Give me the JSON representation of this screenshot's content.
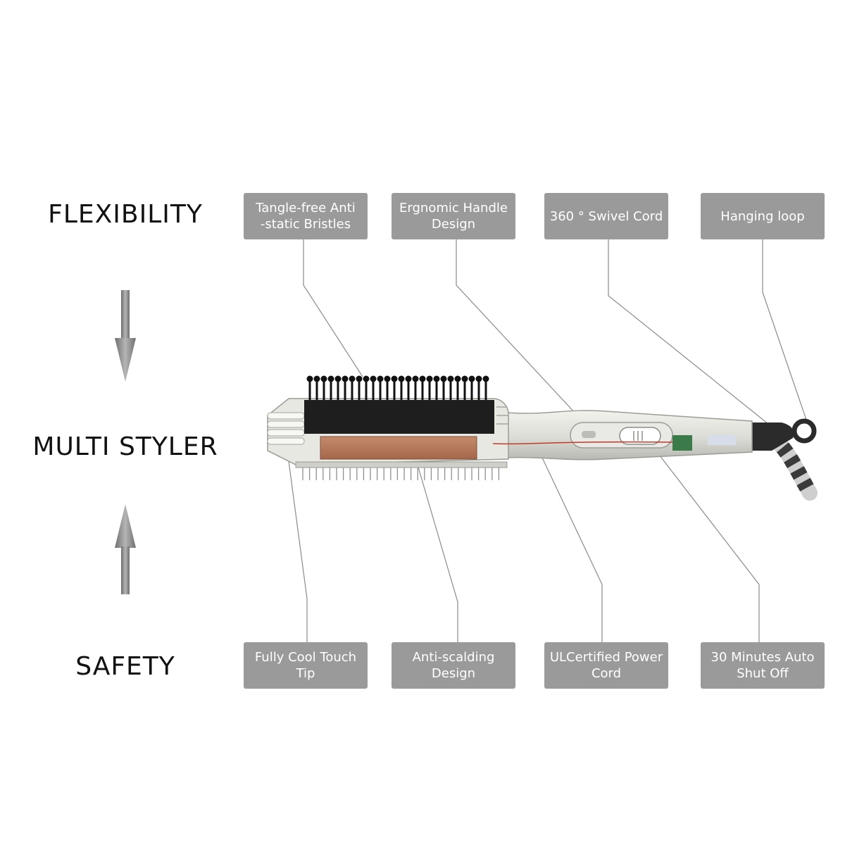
{
  "side_labels": {
    "flexibility": "FLEXIBILITY",
    "multi_styler": "MULTI STYLER",
    "safety": "SAFETY"
  },
  "features_top": [
    {
      "line1": "Tangle-free Anti",
      "line2": "-static Bristles"
    },
    {
      "line1": "Ergnomic Handle",
      "line2": "Design"
    },
    {
      "line1": "360 ° Swivel Cord",
      "line2": ""
    },
    {
      "line1": "Hanging loop",
      "line2": ""
    }
  ],
  "features_bottom": [
    {
      "line1": "Fully Cool Touch",
      "line2": "Tip"
    },
    {
      "line1": "Anti-scalding",
      "line2": "Design"
    },
    {
      "line1": "ULCertified Power",
      "line2": "Cord"
    },
    {
      "line1": "30 Minutes Auto",
      "line2": "Shut Off"
    }
  ],
  "colors": {
    "box": "#9a9a9a",
    "box_text": "#ffffff",
    "arrow": "#8c8c8c",
    "leader": "#8a8a8a",
    "heating_plate": "#b87a5c"
  }
}
